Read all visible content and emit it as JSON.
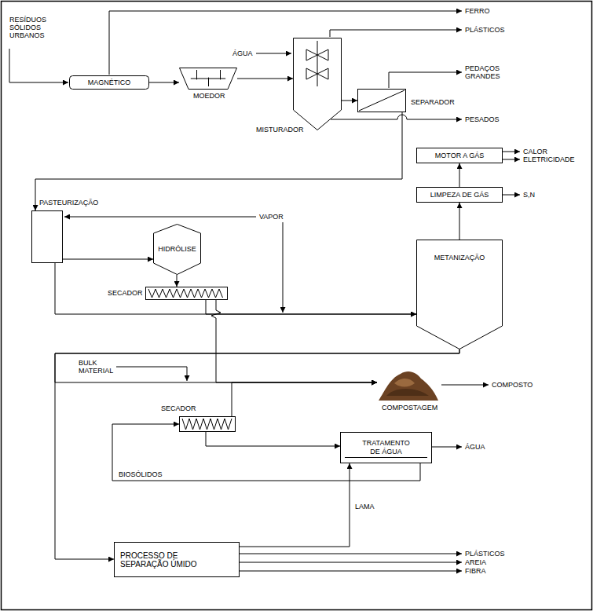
{
  "diagram": {
    "nodes": [
      {
        "text": [
          "MAGNÉTICO"
        ]
      },
      {
        "text": [
          "MOEDOR"
        ]
      },
      {
        "text": [
          "MISTURADOR"
        ]
      },
      {
        "text": [
          "SEPARADOR"
        ]
      },
      {
        "text": [
          "MOTOR A GÁS"
        ]
      },
      {
        "text": [
          "LIMPEZA DE GÁS"
        ]
      },
      {
        "text": [
          "PASTEURIZAÇÃO"
        ]
      },
      {
        "text": [
          "HIDRÓLISE"
        ]
      },
      {
        "text": [
          "SECADOR"
        ]
      },
      {
        "text": [
          "METANIZAÇÃO"
        ]
      },
      {
        "text": [
          "COMPOSTAGEM"
        ]
      },
      {
        "text": [
          "SECADOR"
        ]
      },
      {
        "text": [
          "TRATAMENTO DE ÁGUA"
        ]
      },
      {
        "text": [
          "PROCESSO DE SEPARAÇÃO ÚMIDO"
        ]
      }
    ],
    "edges": [
      {
        "from": 0,
        "to": 1,
        "arrow": "to"
      },
      {
        "from": 1,
        "to": 2,
        "arrow": "to"
      },
      {
        "from": 2,
        "to": 3,
        "arrow": "to"
      },
      {
        "from": 3,
        "to": 6,
        "arrow": "to"
      },
      {
        "from": 5,
        "to": 4,
        "arrow": "to"
      },
      {
        "from": 9,
        "to": 5,
        "arrow": "to"
      },
      {
        "from": 6,
        "to": 7,
        "arrow": "to"
      },
      {
        "from": 7,
        "to": 8,
        "arrow": "to"
      },
      {
        "from": 6,
        "to": 9,
        "arrow": "to"
      },
      {
        "from": 8,
        "to": 9,
        "arrow": "to"
      },
      {
        "from": 8,
        "to": 10,
        "arrow": "to"
      },
      {
        "from": 9,
        "to": 10,
        "arrow": "to"
      },
      {
        "from": 9,
        "to": 13,
        "arrow": "to"
      },
      {
        "from": 11,
        "to": 10,
        "arrow": "to"
      },
      {
        "from": 11,
        "to": 12,
        "arrow": "to"
      },
      {
        "from": 12,
        "to": 11,
        "label": "BIOSÓLIDOS",
        "arrow": "to"
      },
      {
        "from": 13,
        "to": 12,
        "label": "LAMA",
        "arrow": "to"
      }
    ],
    "labels": [
      "RESÍDUOS SÓLIDOS URBANOS",
      "FERRO",
      "ÁGUA",
      "PLÁSTICOS",
      "PEDAÇOS GRANDES",
      "PESADOS",
      "CALOR",
      "ELETRICIDADE",
      "S,N",
      "VAPOR",
      "BULK MATERIAL",
      "COMPOSTO",
      "ÁGUA",
      "PLÁSTICOS",
      "AREIA",
      "FIBRA"
    ]
  }
}
